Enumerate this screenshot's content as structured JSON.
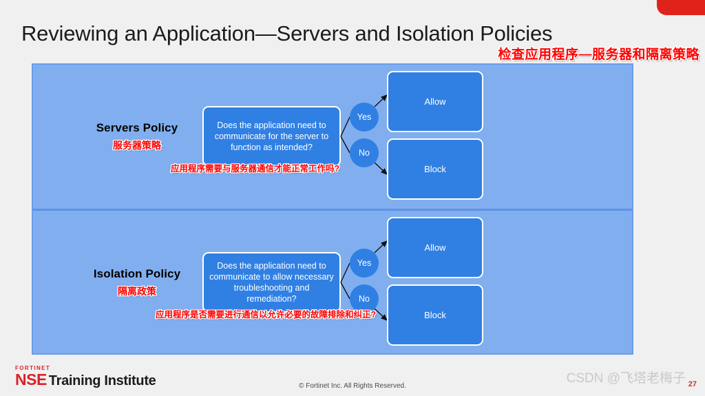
{
  "slide": {
    "title": "Reviewing an Application—Servers and Isolation Policies",
    "title_cn": "检查应用程序—服务器和隔离策略",
    "accent_color": "#e0231a",
    "panel_color": "#81aeee",
    "box_color": "#3080e4"
  },
  "sections": [
    {
      "policy_label": "Servers Policy",
      "policy_label_cn": "服务器策略",
      "question": "Does the application need to communicate for the server to function as intended?",
      "question_cn": "应用程序需要与服务器通信才能正常工作吗?",
      "choice_yes": "Yes",
      "choice_no": "No",
      "outcome_yes": "Allow",
      "outcome_no": "Block"
    },
    {
      "policy_label": "Isolation Policy",
      "policy_label_cn": "隔离政策",
      "question": "Does the application need to communicate to allow necessary troubleshooting and remediation?",
      "question_cn": "应用程序是否需要进行通信以允许必要的故障排除和纠正?",
      "choice_yes": "Yes",
      "choice_no": "No",
      "outcome_yes": "Allow",
      "outcome_no": "Block"
    }
  ],
  "footer": {
    "logo_top": "FORTINET",
    "logo_nse": "NSE",
    "logo_training": "Training Institute",
    "copyright": "© Fortinet Inc. All Rights Reserved.",
    "watermark": "CSDN @飞塔老梅子",
    "page_number": "27"
  }
}
